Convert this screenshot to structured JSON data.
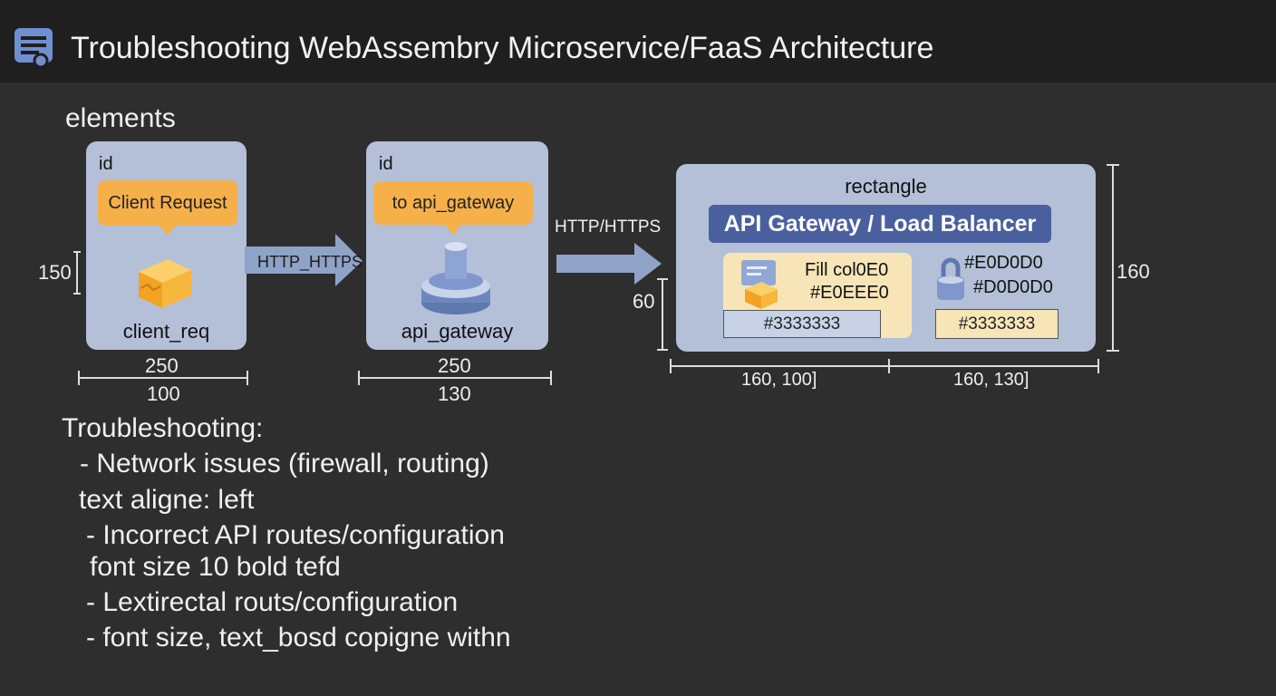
{
  "header": {
    "title": "Troubleshooting WebAssembry Microservice/FaaS Architecture",
    "icon": "document-icon"
  },
  "section_label": "elements",
  "client_card": {
    "id": "id",
    "bubble": "Client Request",
    "name": "client_req",
    "height_label": "150",
    "dim_top": "250",
    "dim_bottom": "100"
  },
  "arrow1": {
    "label": "HTTP_HTTPS"
  },
  "gateway_card": {
    "id": "id",
    "bubble": "to api_gateway",
    "name": "api_gateway",
    "dim_top": "250",
    "dim_bottom": "130"
  },
  "arrow2": {
    "label": "HTTP/HTTPS",
    "side_label": "60"
  },
  "big_panel": {
    "type_label": "rectangle",
    "title": "API Gateway / Load Balancer",
    "height_label": "160",
    "left_module": {
      "fill_label": "Fill col0E0",
      "color_label": "#E0EEE0",
      "swatch": "#3333333"
    },
    "right_module": {
      "color1": "#E0D0D0",
      "color2": "#D0D0D0",
      "swatch": "#3333333"
    },
    "dim_left": "160, 100]",
    "dim_right": "160, 130]"
  },
  "notes": {
    "heading": "Troubleshooting:",
    "lines": [
      "- Network issues (firewall, routing)",
      "text aligne: left",
      "- Incorrect API routes/configuration",
      "font size 10 bold tefd",
      "- Lextirectal routs/configuration",
      "- font size,  text_bosd copigne withn"
    ]
  },
  "colors": {
    "card": "#b3c0d8",
    "bubble": "#f6b04a",
    "title_bar": "#4a5f9e",
    "arrow": "#8fa3c9",
    "background": "#2e2e2e"
  }
}
